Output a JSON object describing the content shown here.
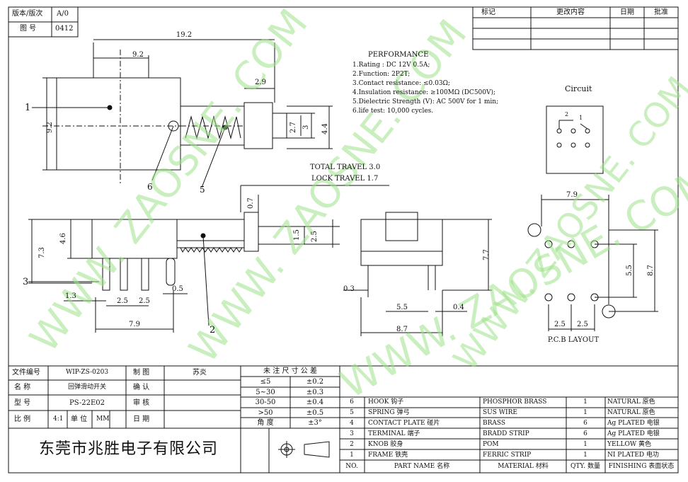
{
  "header": {
    "version_label": "版本/版次",
    "version_value": "A/0",
    "drawing_label": "图 号",
    "drawing_value": "0412"
  },
  "revision_table": {
    "headers": [
      "标记",
      "更改内容",
      "日期",
      "批准"
    ]
  },
  "performance": {
    "title": "PERFORMANCE",
    "items": [
      "1.Rating : DC 12V 0.5A;",
      "2.Function: 2P2T;",
      "3.Contact resistance: ≤0.03Ω;",
      "4.Insulation resistance: ≥100MΩ (DC500V);",
      "5.Dielectric Strength (V): AC 500V for 1 min;",
      "6.life test: 10,000 cycles."
    ]
  },
  "circuit": {
    "title": "Circuit",
    "pin_labels": [
      "2",
      "1"
    ]
  },
  "dimensions": {
    "overall_length": "19.2",
    "body_length": "9.2",
    "body_height": "9.2",
    "knob_offset": "2.9",
    "knob_h1": "2.7",
    "knob_h2": "3",
    "knob_h3": "4.4",
    "total_travel": "TOTAL TRAVEL 3.0",
    "lock_travel": "LOCK TRAVEL 1.7",
    "travel_gap": "0.7",
    "side_h1": "7.3",
    "side_h2": "4.6",
    "side_h3": "1.5",
    "side_h4": "2.5",
    "pin_offset": "1.3",
    "pin_pitch_a": "2.5",
    "pin_pitch_b": "2.5",
    "pin_width": "0.5",
    "side_base": "7.9",
    "front_gap": "0.3",
    "front_width1": "5.5",
    "front_pin": "0.4",
    "front_width2": "8.7",
    "front_height": "7.7",
    "pcb_width": "7.9",
    "pcb_h1": "5.5",
    "pcb_h2": "8.7",
    "pcb_pitch_a": "2.5",
    "pcb_pitch_b": "2.5",
    "pcb_title": "P.C.B LAYOUT"
  },
  "callouts": [
    "1",
    "2",
    "3",
    "5",
    "6"
  ],
  "watermark": "WWW. ZAOSNE. COM",
  "info_block": {
    "rows": [
      {
        "label": "文件编号",
        "value": "WIP-ZS-0203",
        "label2": "制 图",
        "value2": "苏炎"
      },
      {
        "label": "名 称",
        "value": "回弹滑动开关",
        "label2": "确 认",
        "value2": ""
      },
      {
        "label": "型 号",
        "value": "PS-22E02",
        "label2": "审 核",
        "value2": ""
      },
      {
        "label": "比 例",
        "value": "4:1",
        "unit_label": "单 位",
        "unit_value": "MM",
        "label2": "日 期",
        "value2": ""
      }
    ],
    "company": "东莞市兆胜电子有限公司"
  },
  "tolerance": {
    "title": "未 注 尺 寸 公 差",
    "rows": [
      [
        "≤5",
        "±0.2"
      ],
      [
        "5~30",
        "±0.3"
      ],
      [
        "30-50",
        "±0.4"
      ],
      [
        ">50",
        "±0.5"
      ],
      [
        "角 度",
        "±3°"
      ]
    ]
  },
  "parts": {
    "rows": [
      {
        "no": "6",
        "name": "HOOK 钩子",
        "material": "PHOSPHOR BRASS",
        "qty": "1",
        "finish": "NATURAL 原色"
      },
      {
        "no": "5",
        "name": "SPRING 弹弓",
        "material": "SUS WIRE",
        "qty": "1",
        "finish": "NATURAL 原色"
      },
      {
        "no": "4",
        "name": "CONTACT PLATE 碰片",
        "material": "BRASS",
        "qty": "6",
        "finish": "Ag PLATED 电银"
      },
      {
        "no": "3",
        "name": "TERMINAL 端子",
        "material": "BRADD STRIP",
        "qty": "6",
        "finish": "Ag PLATED 电银"
      },
      {
        "no": "2",
        "name": "KNOB 胶身",
        "material": "POM",
        "qty": "1",
        "finish": "YELLOW 黄色"
      },
      {
        "no": "1",
        "name": "FRAME 铁壳",
        "material": "FERRIC STRIP",
        "qty": "1",
        "finish": "NI PLATED 电功"
      }
    ],
    "headers": {
      "no": "NO.",
      "name": "PART NAME 名称",
      "material": "MATERIAL 材料",
      "qty": "QTY. 数量",
      "finish": "FINISHING 表面状态"
    }
  }
}
